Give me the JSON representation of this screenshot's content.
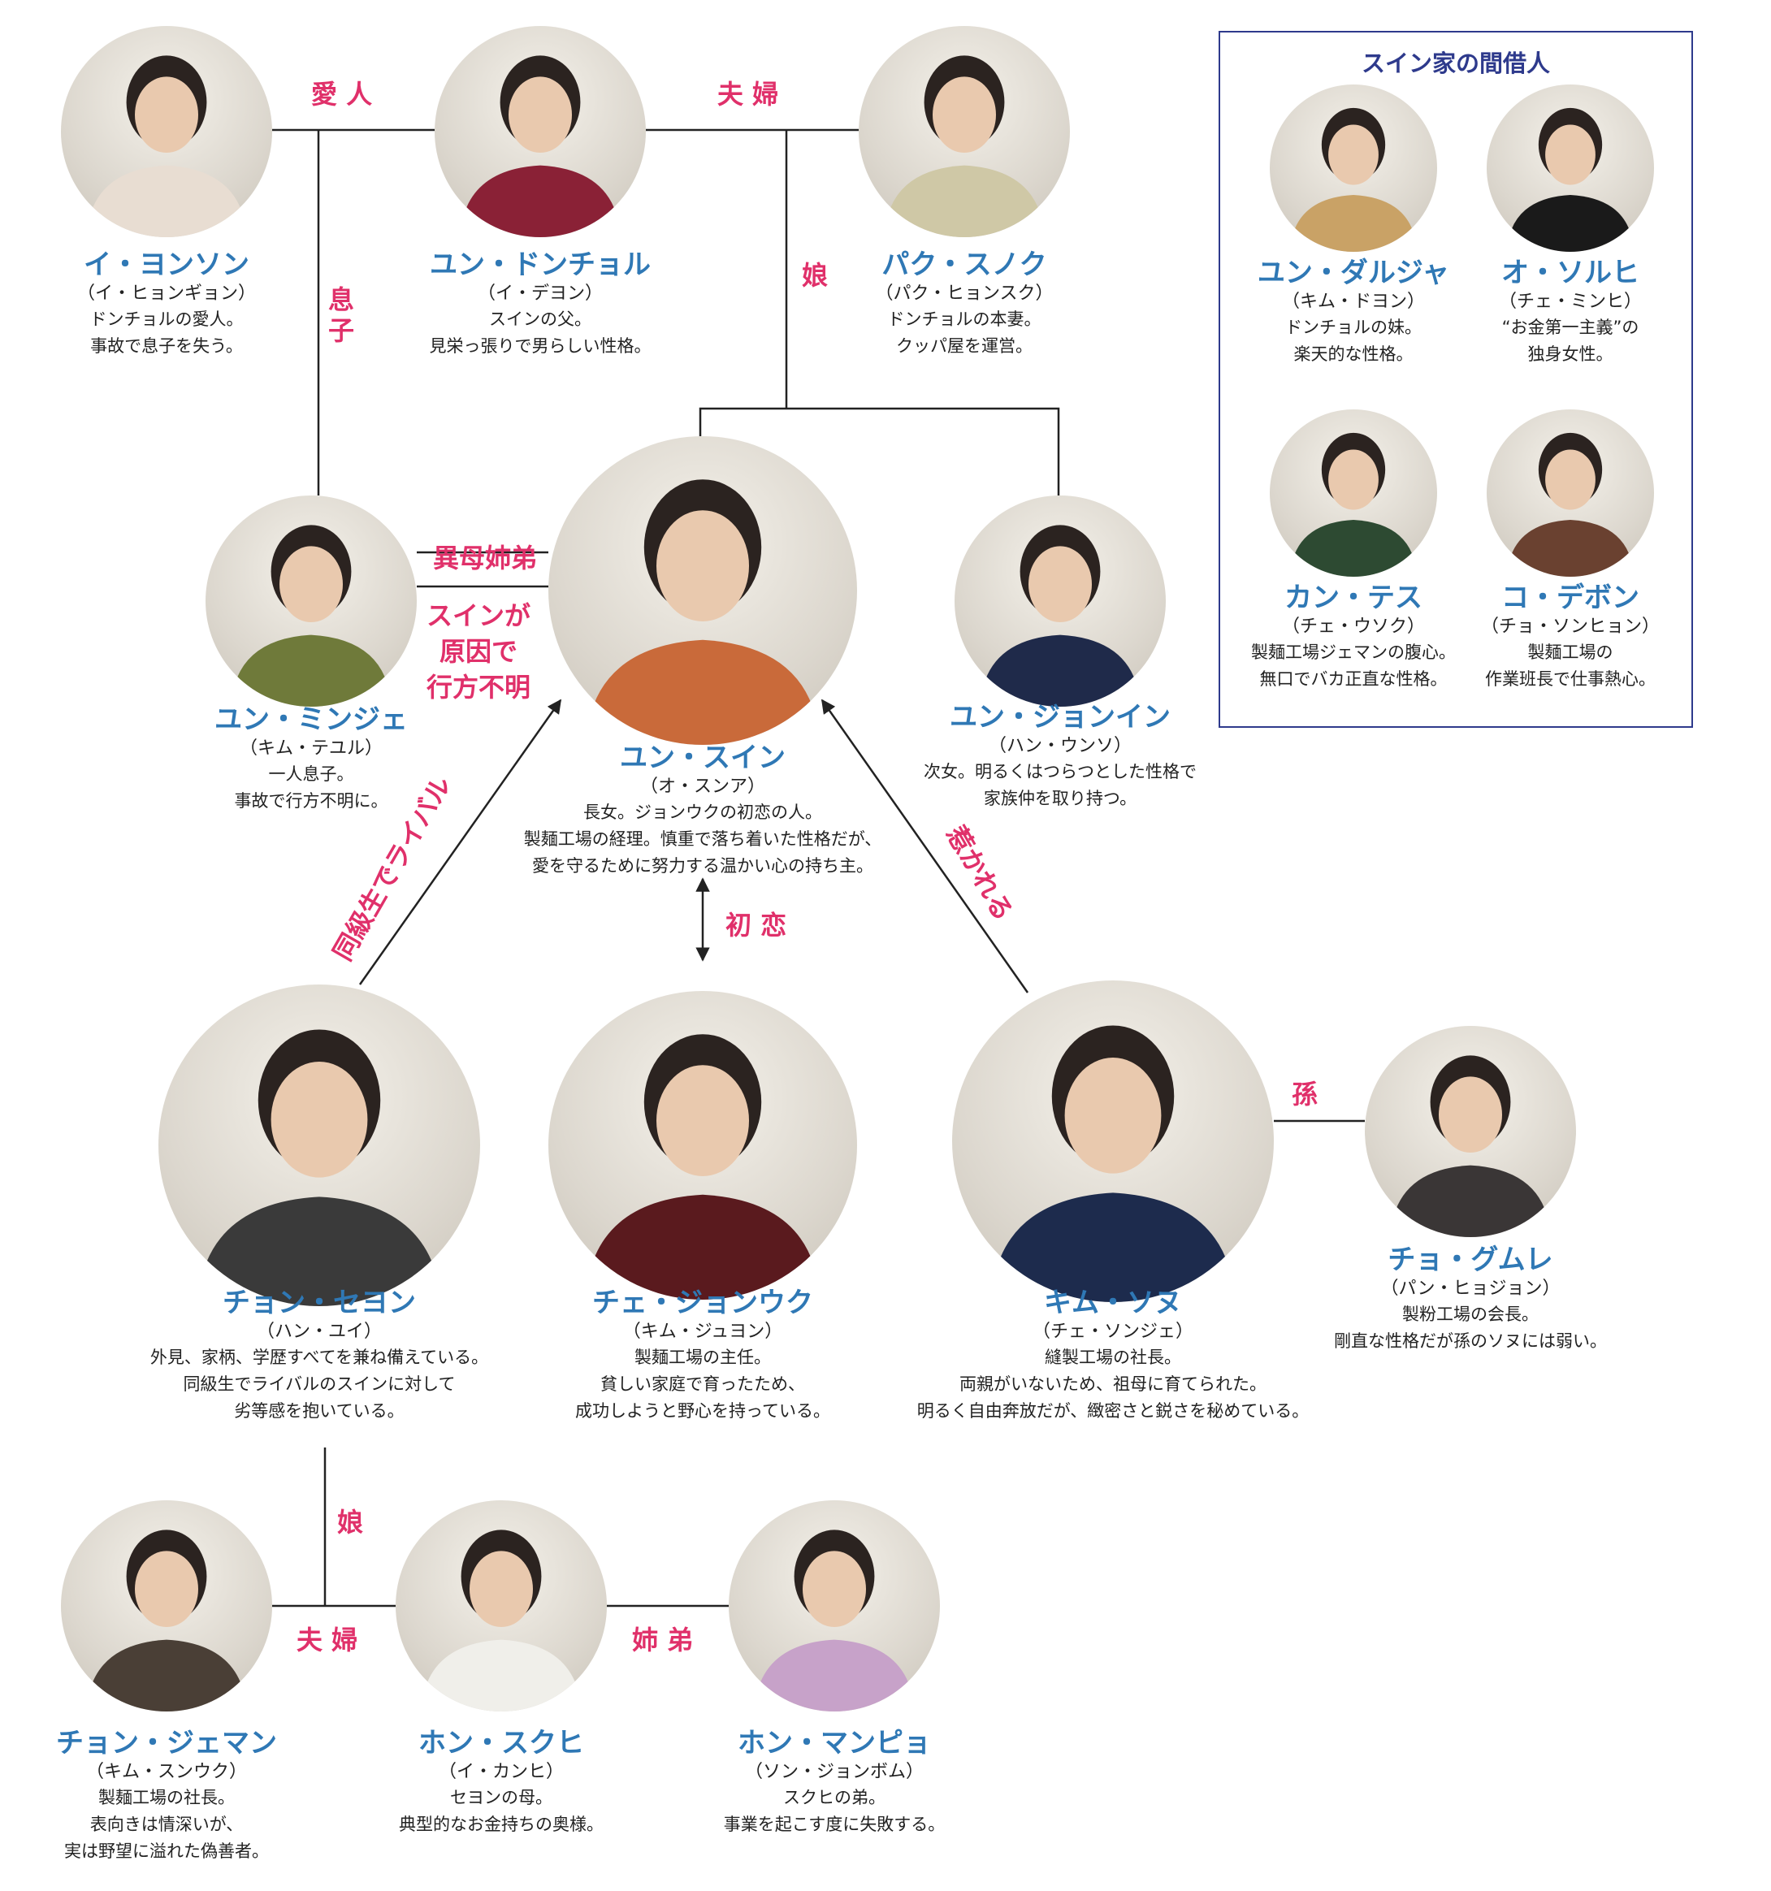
{
  "chart_data": {
    "type": "diagram",
    "nodes": [
      {
        "id": "yeonson",
        "name": "イ・ヨンソン",
        "actor": "（イ・ヒョンギョン）",
        "desc": [
          "ドンチョルの愛人。",
          "事故で息子を失う。"
        ],
        "shirt": "#e8ddd2"
      },
      {
        "id": "dongcheol",
        "name": "ユン・ドンチョル",
        "actor": "（イ・デヨン）",
        "desc": [
          "スインの父。",
          "見栄っ張りで男らしい性格。"
        ],
        "shirt": "#8a2136"
      },
      {
        "id": "suknok",
        "name": "パク・スノク",
        "actor": "（パク・ヒョンスク）",
        "desc": [
          "ドンチョルの本妻。",
          "クッパ屋を運営。"
        ],
        "shirt": "#cfc8a6"
      },
      {
        "id": "minjae",
        "name": "ユン・ミンジェ",
        "actor": "（キム・テユル）",
        "desc": [
          "一人息子。",
          "事故で行方不明に。"
        ],
        "shirt": "#6f7a3a"
      },
      {
        "id": "suin",
        "name": "ユン・スイン",
        "actor": "（オ・スンア）",
        "desc": [
          "長女。ジョンウクの初恋の人。",
          "製麺工場の経理。慎重で落ち着いた性格だが、",
          "愛を守るために努力する温かい心の持ち主。"
        ],
        "shirt": "#c96a3a"
      },
      {
        "id": "jeongin",
        "name": "ユン・ジョンイン",
        "actor": "（ハン・ウンソ）",
        "desc": [
          "次女。明るくはつらつとした性格で",
          "家族仲を取り持つ。"
        ],
        "shirt": "#1f2a4a"
      },
      {
        "id": "seyeon",
        "name": "チョン・セヨン",
        "actor": "（ハン・ユイ）",
        "desc": [
          "外見、家柄、学歴すべてを兼ね備えている。",
          "同級生でライバルのスインに対して",
          "劣等感を抱いている。"
        ],
        "shirt": "#3a3a3a"
      },
      {
        "id": "jeonguk",
        "name": "チェ・ジョンウク",
        "actor": "（キム・ジュヨン）",
        "desc": [
          "製麺工場の主任。",
          "貧しい家庭で育ったため、",
          "成功しようと野心を持っている。"
        ],
        "shirt": "#5a1a1e"
      },
      {
        "id": "seonu",
        "name": "キム・ソヌ",
        "actor": "（チェ・ソンジェ）",
        "desc": [
          "縫製工場の社長。",
          "両親がいないため、祖母に育てられた。",
          "明るく自由奔放だが、緻密さと鋭さを秘めている。"
        ],
        "shirt": "#1d2b4d"
      },
      {
        "id": "geumre",
        "name": "チョ・グムレ",
        "actor": "（パン・ヒョジョン）",
        "desc": [
          "製粉工場の会長。",
          "剛直な性格だが孫のソヌには弱い。"
        ],
        "shirt": "#3a3636"
      },
      {
        "id": "jeman",
        "name": "チョン・ジェマン",
        "actor": "（キム・スンウク）",
        "desc": [
          "製麺工場の社長。",
          "表向きは情深いが、",
          "実は野望に溢れた偽善者。"
        ],
        "shirt": "#4a3f36"
      },
      {
        "id": "sukhee",
        "name": "ホン・スクヒ",
        "actor": "（イ・カンヒ）",
        "desc": [
          "セヨンの母。",
          "典型的なお金持ちの奥様。"
        ],
        "shirt": "#f0efea"
      },
      {
        "id": "manpyo",
        "name": "ホン・マンピョ",
        "actor": "（ソン・ジョンボム）",
        "desc": [
          "スクヒの弟。",
          "事業を起こす度に失敗する。"
        ],
        "shirt": "#c7a2c9"
      },
      {
        "id": "dalja",
        "name": "ユン・ダルジャ",
        "actor": "（キム・ドヨン）",
        "desc": [
          "ドンチョルの妹。",
          "楽天的な性格。"
        ],
        "shirt": "#c9a266"
      },
      {
        "id": "solhee",
        "name": "オ・ソルヒ",
        "actor": "（チェ・ミンヒ）",
        "desc": [
          "“お金第一主義”の",
          "独身女性。"
        ],
        "shirt": "#1a1a1a"
      },
      {
        "id": "taesu",
        "name": "カン・テス",
        "actor": "（チェ・ウソク）",
        "desc": [
          "製麺工場ジェマンの腹心。",
          "無口でバカ正直な性格。"
        ],
        "shirt": "#2d4a32"
      },
      {
        "id": "debon",
        "name": "コ・デボン",
        "actor": "（チョ・ソンヒョン）",
        "desc": [
          "製麺工場の",
          "作業班長で仕事熱心。"
        ],
        "shirt": "#6a4130"
      }
    ],
    "relations": {
      "lovers": "愛 人",
      "couple_top": "夫 婦",
      "son": "息子",
      "daughter_top": "娘",
      "half_siblings": "異母姉弟",
      "missing": [
        "スインが",
        "原因で",
        "行方不明"
      ],
      "classmate_rival": "同級生でライバル",
      "first_love": "初 恋",
      "attracted": "惹かれる",
      "grandson": "孫",
      "daughter_bottom": "娘",
      "couple_bottom": "夫 婦",
      "siblings": "姉 弟"
    },
    "box_title": "スイン家の間借人"
  },
  "colors": {
    "name": "#2f78b5",
    "relation": "#e0306a",
    "box": "#2e3a8c",
    "line": "#222222"
  }
}
